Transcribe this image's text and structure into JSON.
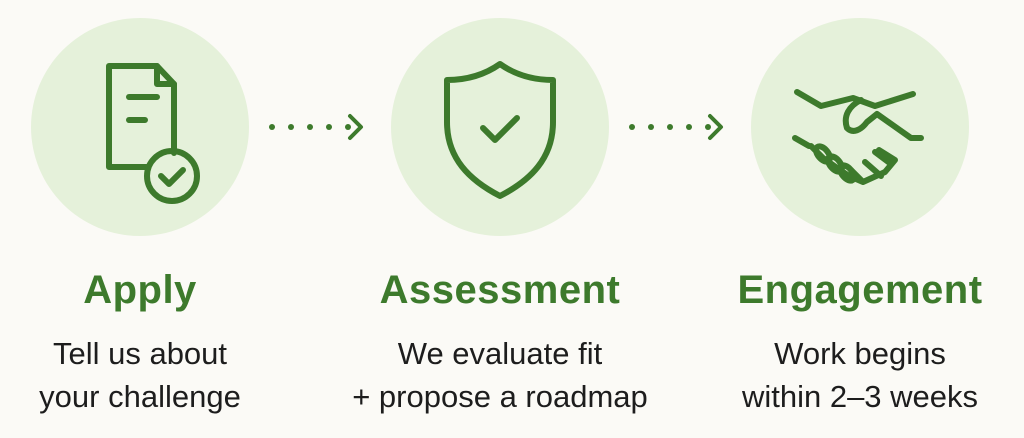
{
  "colors": {
    "accent": "#3d7a2c",
    "circle": "#e5f1da",
    "background": "#fbfaf6"
  },
  "steps": [
    {
      "icon": "document-check-icon",
      "title": "Apply",
      "line1": "Tell us about",
      "line2": "your challenge"
    },
    {
      "icon": "shield-check-icon",
      "title": "Assessment",
      "line1": "We evaluate fit",
      "line2": "+ propose a roadmap"
    },
    {
      "icon": "handshake-icon",
      "title": "Engagement",
      "line1": "Work begins",
      "line2": "within 2–3 weeks"
    }
  ]
}
